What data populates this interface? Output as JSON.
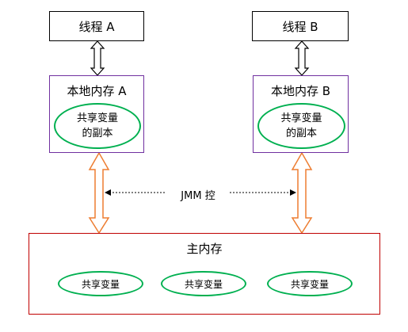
{
  "thread_a": {
    "label": "线程 A"
  },
  "thread_b": {
    "label": "线程 B"
  },
  "local_memory_a": {
    "title": "本地内存 A",
    "copy_line1": "共享变量",
    "copy_line2": "的副本"
  },
  "local_memory_b": {
    "title": "本地内存 B",
    "copy_line1": "共享变量",
    "copy_line2": "的副本"
  },
  "jmm": {
    "label": "JMM 控"
  },
  "main_memory": {
    "title": "主内存",
    "variables": [
      "共享变量",
      "共享变量",
      "共享变量"
    ]
  },
  "colors": {
    "thread_border": "#000000",
    "local_border": "#7030a0",
    "main_border": "#c00000",
    "ellipse_border": "#00b050",
    "orange_arrow": "#ed7d31"
  }
}
